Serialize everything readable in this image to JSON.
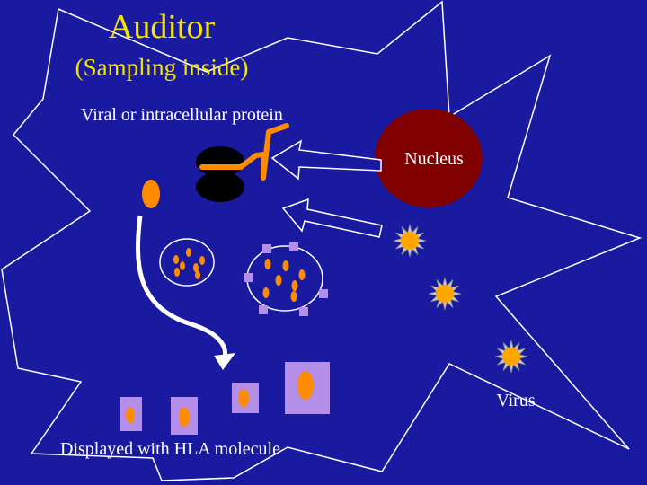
{
  "slide": {
    "title": "Auditor",
    "subtitle": "(Sampling inside)",
    "protein_label": "Viral or intracellular protein",
    "nucleus_label": "Nucleus",
    "virus_label": "Virus",
    "display_label": "Displayed with HLA molecule"
  },
  "colors": {
    "background": "#1a1aa0",
    "title": "#f5e600",
    "text": "#ffffff",
    "nucleus": "#800000",
    "protein": "#ff8c00",
    "hla": "#b48ee8",
    "virus": "#ffa500"
  }
}
